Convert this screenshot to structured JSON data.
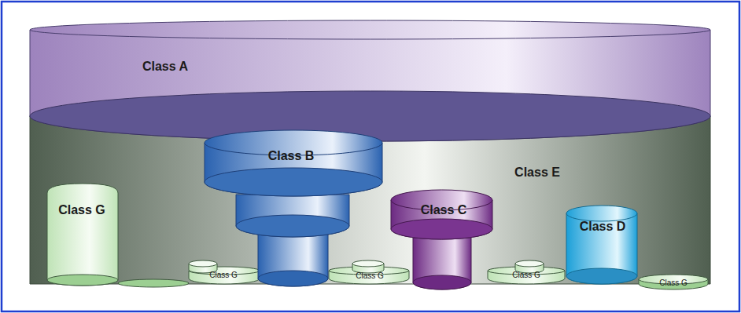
{
  "diagram": {
    "nodes": [
      {
        "text": [
          "Class A"
        ]
      },
      {
        "text": [
          "Class E"
        ]
      },
      {
        "text": [
          "Class G"
        ],
        "in": 1
      },
      {
        "text": [
          "Class B"
        ],
        "in": 1
      },
      {
        "text": [
          "Class C"
        ],
        "in": 1
      },
      {
        "text": [
          "Class D"
        ],
        "in": 1
      },
      {
        "text": [
          "Class G"
        ],
        "in": 1
      },
      {
        "text": [
          "Class G"
        ],
        "in": 1
      },
      {
        "text": [
          "Class G"
        ],
        "in": 1
      },
      {
        "text": [
          "Class G"
        ],
        "in": 1
      }
    ]
  }
}
